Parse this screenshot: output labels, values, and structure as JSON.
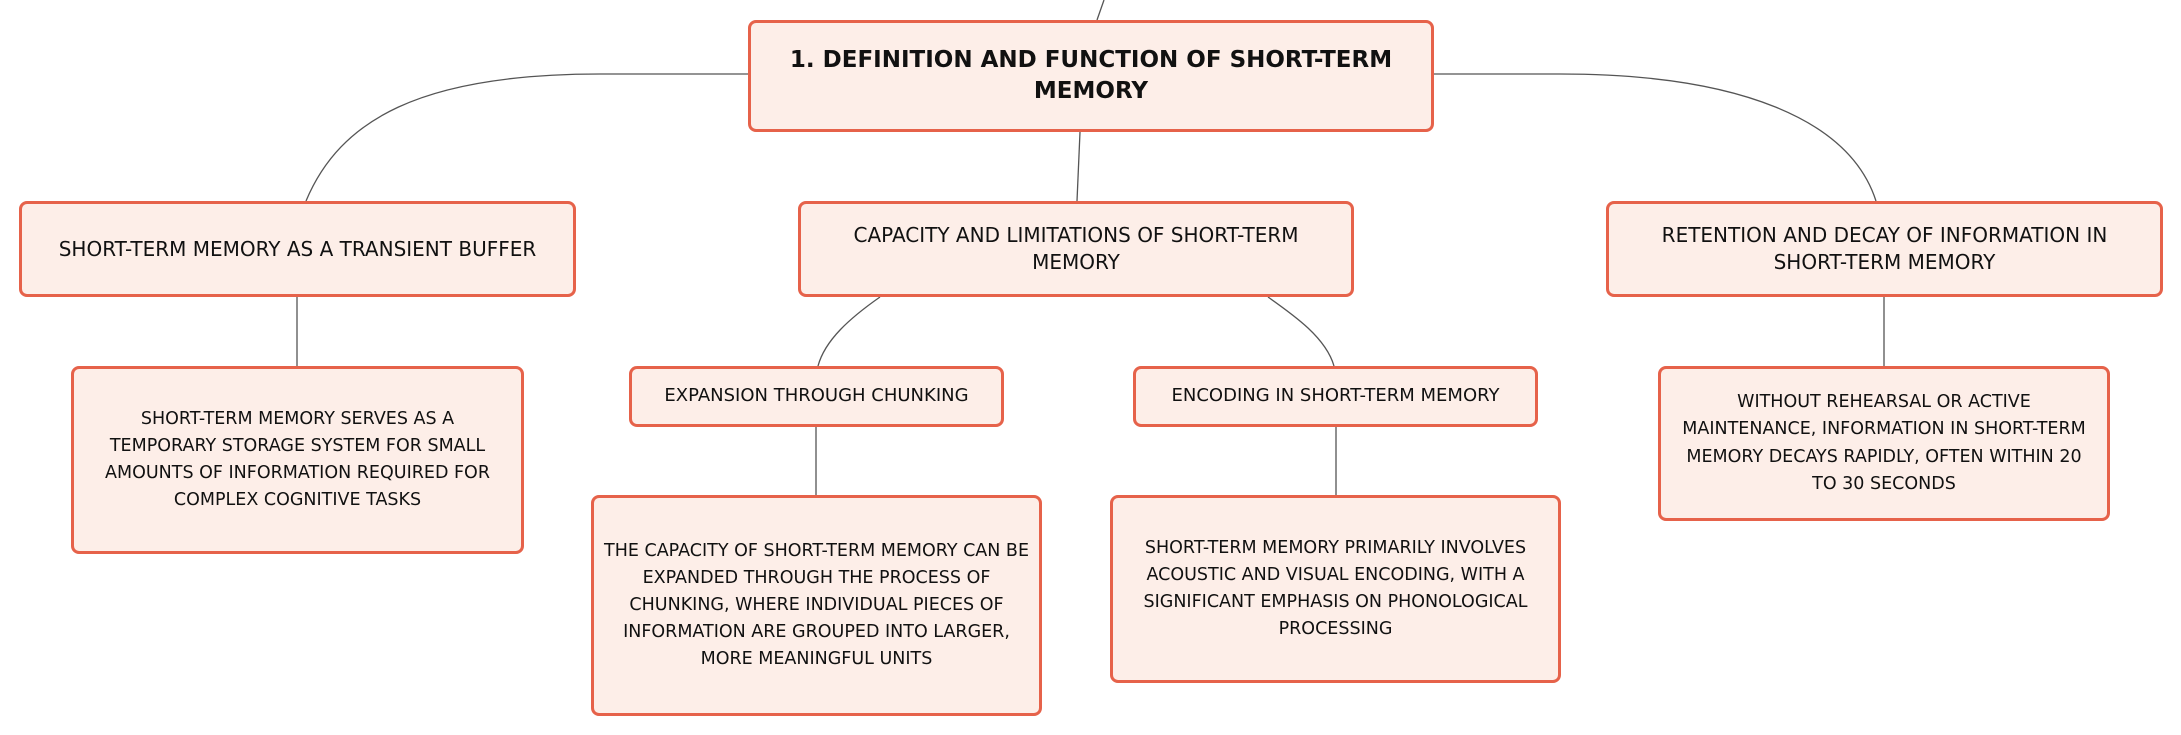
{
  "diagram": {
    "root": {
      "label": "1. DEFINITION AND FUNCTION OF SHORT-TERM MEMORY"
    },
    "branches": [
      {
        "label": "SHORT-TERM MEMORY AS A TRANSIENT BUFFER",
        "detail": "SHORT-TERM MEMORY SERVES AS A TEMPORARY STORAGE SYSTEM FOR SMALL AMOUNTS OF INFORMATION REQUIRED FOR COMPLEX COGNITIVE TASKS"
      },
      {
        "label": "CAPACITY AND LIMITATIONS OF SHORT-TERM MEMORY",
        "children": [
          {
            "label": "EXPANSION THROUGH CHUNKING",
            "detail": "THE CAPACITY OF SHORT-TERM MEMORY CAN BE EXPANDED THROUGH THE PROCESS OF CHUNKING, WHERE INDIVIDUAL PIECES OF INFORMATION ARE GROUPED INTO LARGER, MORE MEANINGFUL UNITS"
          },
          {
            "label": "ENCODING IN SHORT-TERM MEMORY",
            "detail": "SHORT-TERM MEMORY PRIMARILY INVOLVES ACOUSTIC AND VISUAL ENCODING, WITH A SIGNIFICANT EMPHASIS ON PHONOLOGICAL PROCESSING"
          }
        ]
      },
      {
        "label": "RETENTION AND DECAY OF INFORMATION IN SHORT-TERM MEMORY",
        "detail": "WITHOUT REHEARSAL OR ACTIVE MAINTENANCE, INFORMATION IN SHORT-TERM MEMORY DECAYS RAPIDLY, OFTEN WITHIN 20 TO 30 SECONDS"
      }
    ]
  },
  "colors": {
    "node_fill": "#fdeee8",
    "node_border": "#e6624a",
    "connector": "#555555",
    "text": "#111111"
  }
}
